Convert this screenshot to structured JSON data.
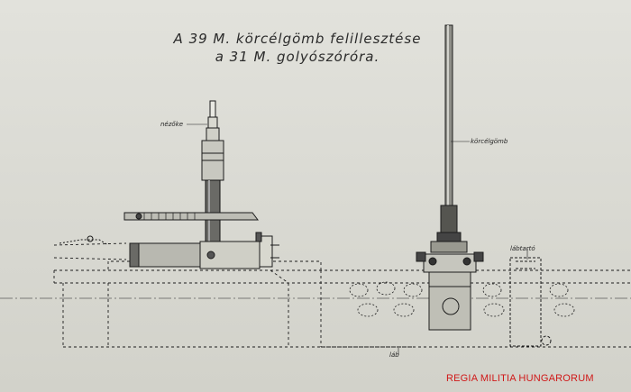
{
  "title": {
    "line1": "A 39 M. körcélgömb felillesztése",
    "line2": "a 31 M. golyószóróra."
  },
  "labels": {
    "nezoke": "nézőke",
    "korcelgomb": "körcélgömb",
    "labtarto": "lábtartó",
    "lab": "láb"
  },
  "watermark": "REGIA MILITIA HUNGARORUM",
  "colors": {
    "ink": "#1c1c1c",
    "paper": "#dcdcd6",
    "watermark": "#d01818"
  }
}
